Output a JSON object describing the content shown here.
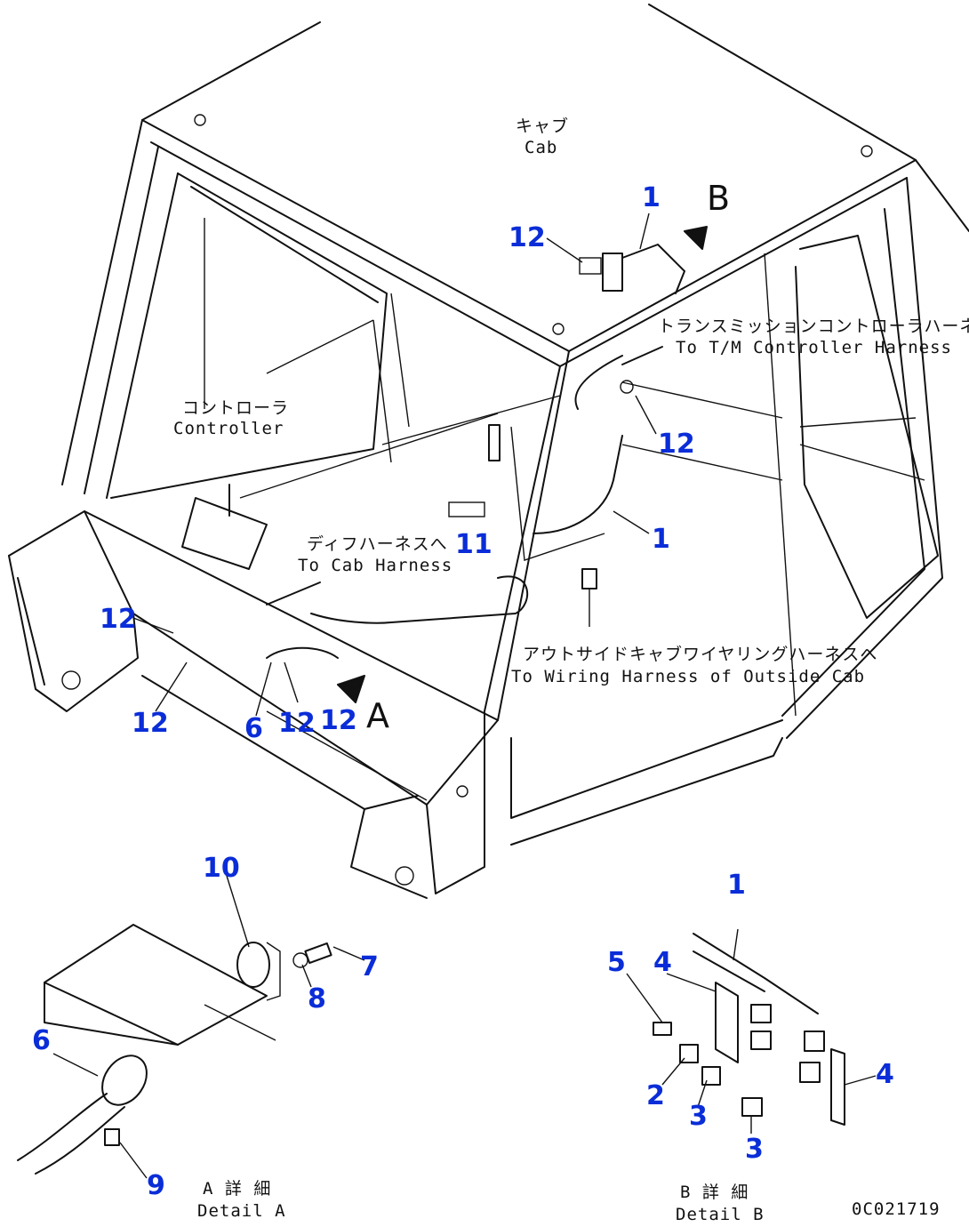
{
  "labels": {
    "cab_jp": "キャブ",
    "cab_en": "Cab",
    "controller_jp": "コントローラ",
    "controller_en": "Controller",
    "tm_jp": "トランスミッションコントローラハーネスへ",
    "tm_en": "To T/M Controller Harness",
    "cab_harness_jp": "ディフハーネスへ",
    "cab_harness_en": "To Cab Harness",
    "outside_jp": "アウトサイドキャブワイヤリングハーネスへ",
    "outside_en": "To Wiring Harness of Outside Cab",
    "detail_a_jp": "A 詳 細",
    "detail_a_en": "Detail A",
    "detail_b_jp": "B 詳 細",
    "detail_b_en": "Detail B",
    "view_a": "A",
    "view_b": "B",
    "drawing_no": "0C021719"
  },
  "callouts": {
    "c1a": "1",
    "c12a": "12",
    "c12b": "12",
    "c1b": "1",
    "c11": "11",
    "c12c": "12",
    "c12d": "12",
    "c6a": "6",
    "c12e": "12",
    "c12f": "12",
    "c10": "10",
    "c7": "7",
    "c8": "8",
    "c6b": "6",
    "c9": "9",
    "c1c": "1",
    "c5": "5",
    "c4a": "4",
    "c2": "2",
    "c3a": "3",
    "c4b": "4",
    "c3b": "3"
  },
  "colors": {
    "callout": "#0a2dd8",
    "line": "#111111"
  }
}
